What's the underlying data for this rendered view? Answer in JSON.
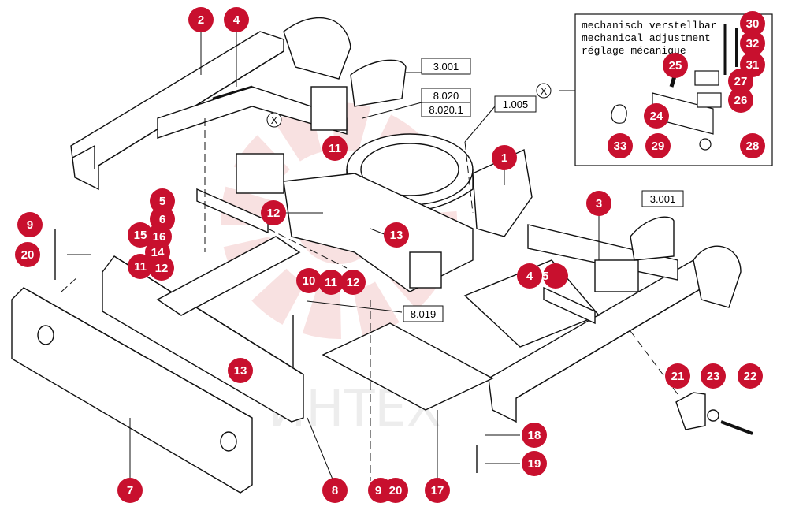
{
  "colors": {
    "callout_fill": "#c8102e",
    "callout_text": "#ffffff",
    "line": "#111111",
    "watermark": "#f4c9c9"
  },
  "watermark": {
    "text": "ИНТЕХ"
  },
  "inset": {
    "marker": "X",
    "lines": [
      "mechanisch verstellbar",
      "mechanical adjustment",
      "réglage mécanique"
    ]
  },
  "ref_labels": [
    "3.001",
    "8.020",
    "8.020.1",
    "1.005",
    "3.001",
    "8.019"
  ],
  "callouts": [
    "2",
    "4",
    "1",
    "3",
    "5",
    "6",
    "9",
    "20",
    "15",
    "16",
    "14",
    "11",
    "12",
    "10",
    "11",
    "12",
    "13",
    "4",
    "5",
    "8.019",
    "7",
    "8",
    "9",
    "20",
    "17",
    "18",
    "19",
    "13",
    "21",
    "23",
    "22",
    "30",
    "32",
    "31",
    "25",
    "27",
    "26",
    "24",
    "28",
    "29",
    "33",
    "11",
    "12"
  ]
}
